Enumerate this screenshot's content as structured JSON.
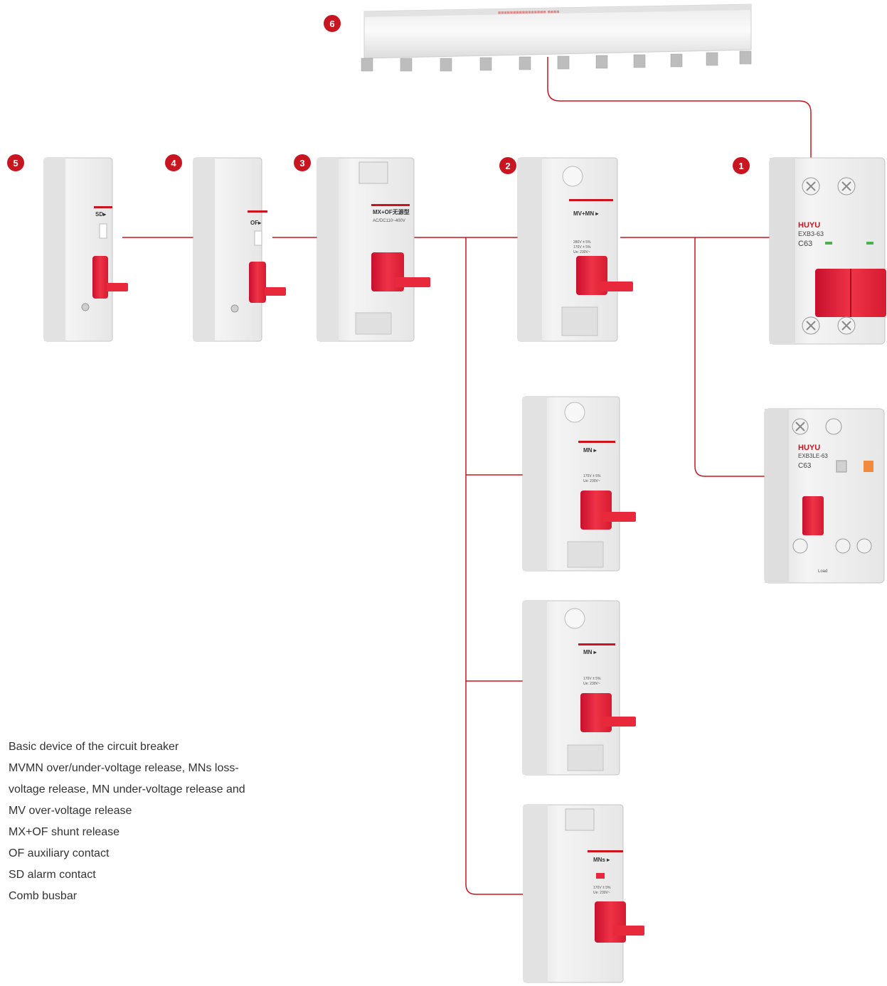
{
  "badges": [
    "1",
    "2",
    "3",
    "4",
    "5",
    "6"
  ],
  "devices": {
    "sd": {
      "label": "SD▸"
    },
    "of": {
      "label": "OF▸"
    },
    "mx": {
      "label": "MX+OF无源型",
      "sub": "AC/DC110~400V"
    },
    "mvmn": {
      "label": "MV+MN ▸",
      "spec1": "280V ± 5%",
      "spec2": "170V ± 5%",
      "spec3": "Ue: 230V~"
    },
    "mn1": {
      "label": "MN ▸",
      "spec1": "170V ± 5%",
      "spec2": "Ue: 230V~"
    },
    "mn2": {
      "label": "MN ▸",
      "spec1": "170V ± 5%",
      "spec2": "Ue: 230V~"
    },
    "mns": {
      "label": "MNs ▸",
      "spec1": "170V ± 5%",
      "spec2": "Ue: 230V~"
    },
    "mcb": {
      "brand": "HUYU",
      "model": "EXB3-63",
      "rating": "C63"
    },
    "rcbo": {
      "brand": "HUYU",
      "model": "EXB3LE-63",
      "rating": "C63",
      "load": "Load"
    }
  },
  "legend": [
    "Basic device of the circuit breaker",
    "MVMN over/under-voltage release, MNs loss-",
    "voltage release, MN under-voltage release and",
    " MV over-voltage release",
    "MX+OF shunt release",
    "OF auxiliary contact",
    "SD alarm contact",
    "Comb busbar"
  ],
  "colors": {
    "accent": "#c8151f",
    "handle": "#e8283b",
    "body": "#f0f0f0"
  }
}
